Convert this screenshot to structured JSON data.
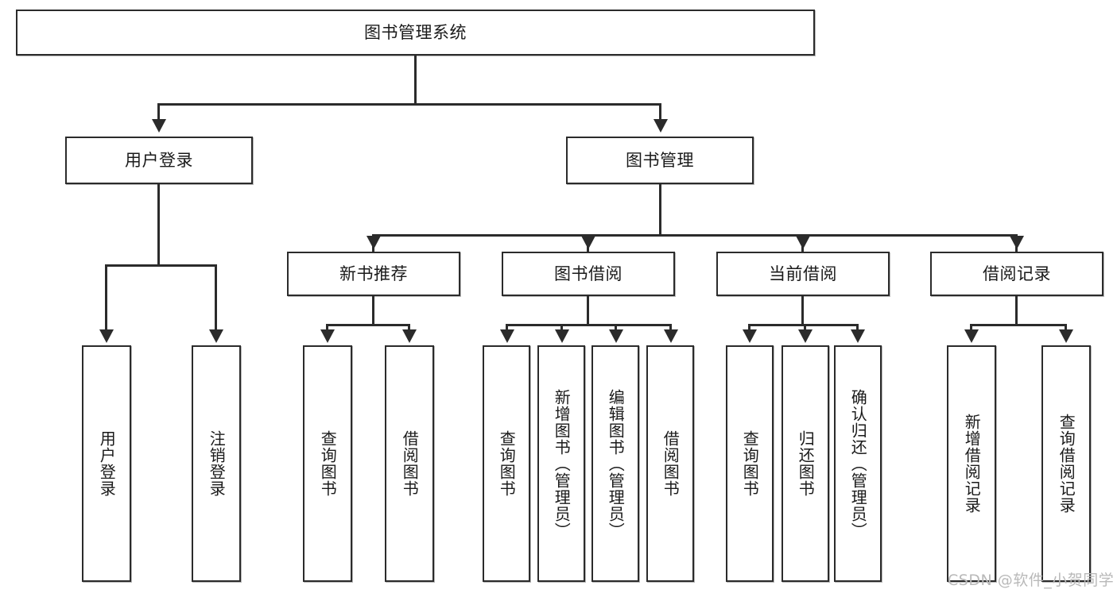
{
  "diagram": {
    "type": "tree-hierarchy-flowchart",
    "root": {
      "id": "root",
      "label": "图书管理系统"
    },
    "level2": [
      {
        "id": "user-login",
        "label": "用户登录"
      },
      {
        "id": "book-management",
        "label": "图书管理"
      }
    ],
    "level3": [
      {
        "id": "new-book-recommend",
        "label": "新书推荐",
        "parent": "book-management"
      },
      {
        "id": "book-borrow",
        "label": "图书借阅",
        "parent": "book-management"
      },
      {
        "id": "current-borrow",
        "label": "当前借阅",
        "parent": "book-management"
      },
      {
        "id": "borrow-record",
        "label": "借阅记录",
        "parent": "book-management"
      }
    ],
    "leaves": {
      "user_login": [
        {
          "id": "leaf-user-login",
          "label": "用户登录"
        },
        {
          "id": "leaf-logout-login",
          "label": "注销登录"
        }
      ],
      "new_book_recommend": [
        {
          "id": "leaf-query-book-1",
          "label": "查询图书"
        },
        {
          "id": "leaf-borrow-book-1",
          "label": "借阅图书"
        }
      ],
      "book_borrow": [
        {
          "id": "leaf-query-book-2",
          "label": "查询图书"
        },
        {
          "id": "leaf-add-book",
          "label": "新增图书（管理员）"
        },
        {
          "id": "leaf-edit-book",
          "label": "编辑图书（管理员）"
        },
        {
          "id": "leaf-borrow-book-2",
          "label": "借阅图书"
        }
      ],
      "current_borrow": [
        {
          "id": "leaf-query-book-3",
          "label": "查询图书"
        },
        {
          "id": "leaf-return-book",
          "label": "归还图书"
        },
        {
          "id": "leaf-confirm-return",
          "label": "确认归还（管理员）"
        }
      ],
      "borrow_record": [
        {
          "id": "leaf-add-record",
          "label": "新增借阅记录"
        },
        {
          "id": "leaf-query-record",
          "label": "查询借阅记录"
        }
      ]
    }
  },
  "watermark": {
    "text": "CSDN @软件_小贺同学"
  },
  "colors": {
    "stroke": "#2b2b2b",
    "fill": "#ffffff",
    "text": "#1a1a1a",
    "watermark": "#b9b9b9"
  }
}
